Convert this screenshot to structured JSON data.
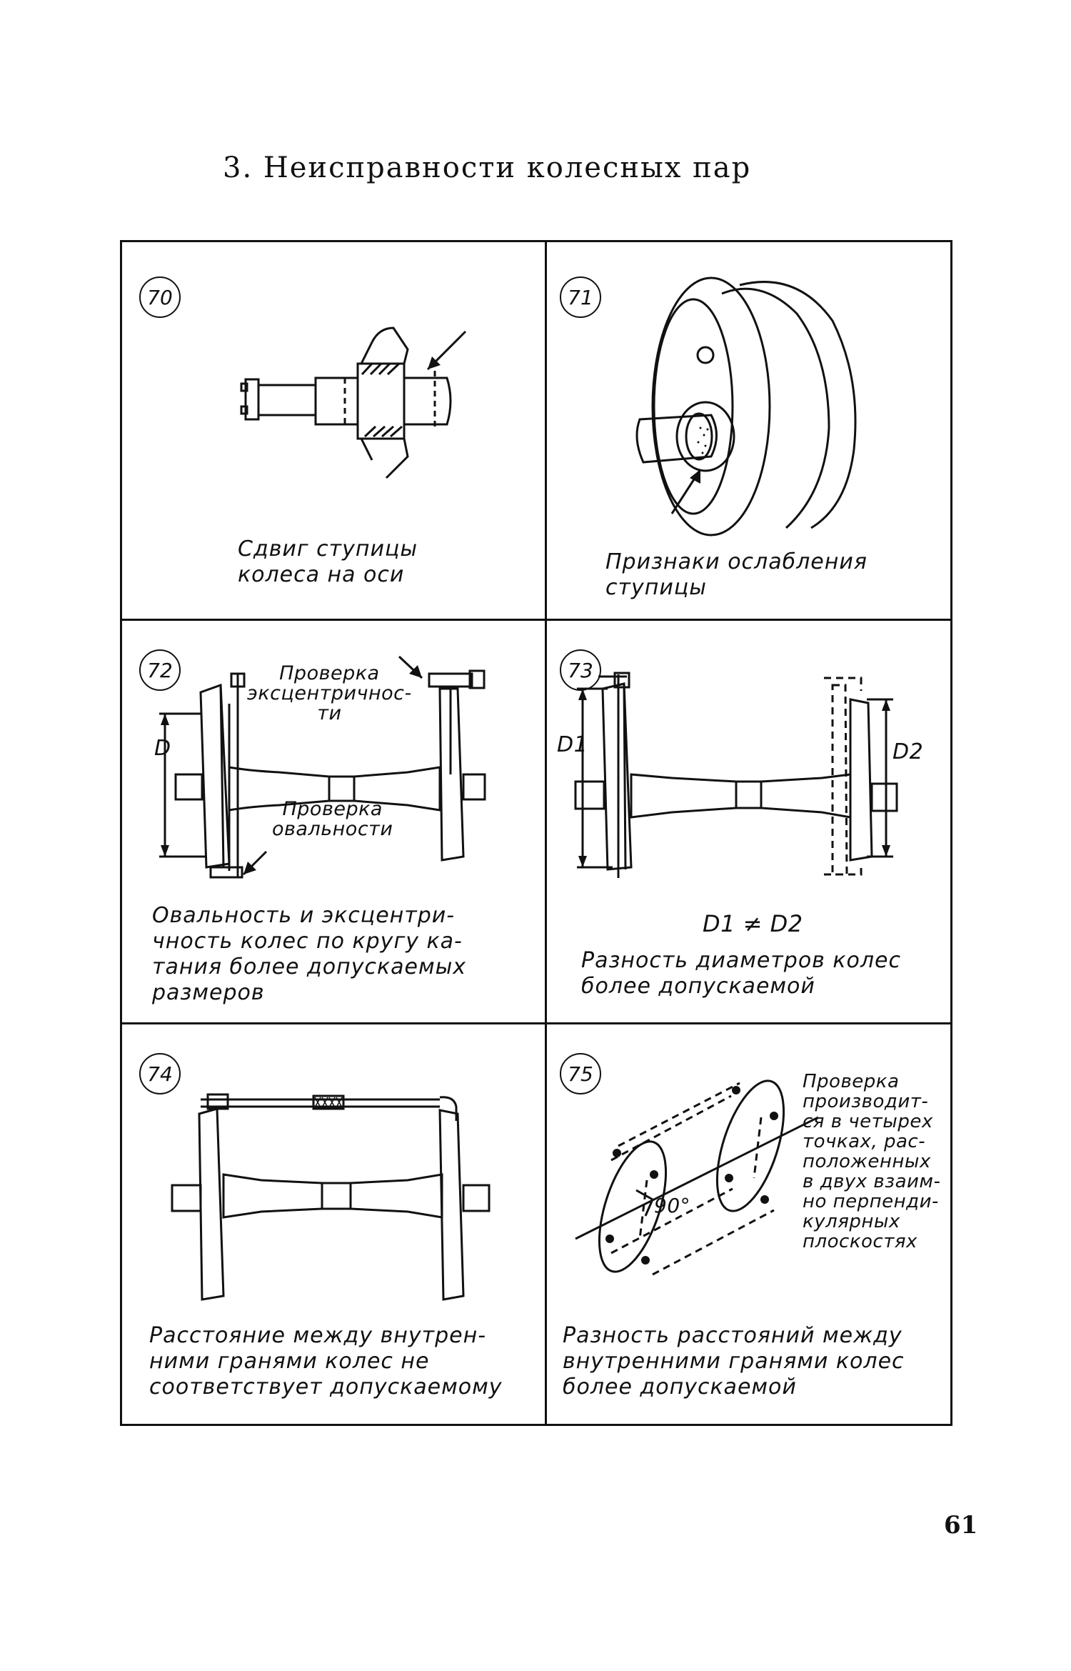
{
  "section_title": "3. Неисправности колесных пар",
  "page_number": "61",
  "figures": [
    {
      "number": "70",
      "caption": "Сдвиг ступицы\nколеса на оси"
    },
    {
      "number": "71",
      "caption": "Признаки ослабления\nступицы"
    },
    {
      "number": "72",
      "labels": {
        "eccentricity": "Проверка\nэксцентричнос-\nти",
        "ovality": "Проверка\nовальности",
        "diameter": "D"
      },
      "caption": "Овальность и эксцентри-\nчность колес по кругу ка-\nтания более допускаемых\nразмеров"
    },
    {
      "number": "73",
      "labels": {
        "d1": "D1",
        "d2": "D2",
        "formula": "D1 ≠ D2"
      },
      "caption": "Разность диаметров колес\nболее допускаемой"
    },
    {
      "number": "74",
      "caption": "Расстояние между внутрен-\nними гранями колес не\nсоответствует допускаемому"
    },
    {
      "number": "75",
      "labels": {
        "angle": "90°",
        "note": "Проверка\nпроизводит-\nся в четырех\nточках, рас-\nположенных\nв двух взаим-\nно перпенди-\nкулярных\nплоскостях"
      },
      "caption": "Разность расстояний между\nвнутренними гранями колес\nболее допускаемой"
    }
  ]
}
